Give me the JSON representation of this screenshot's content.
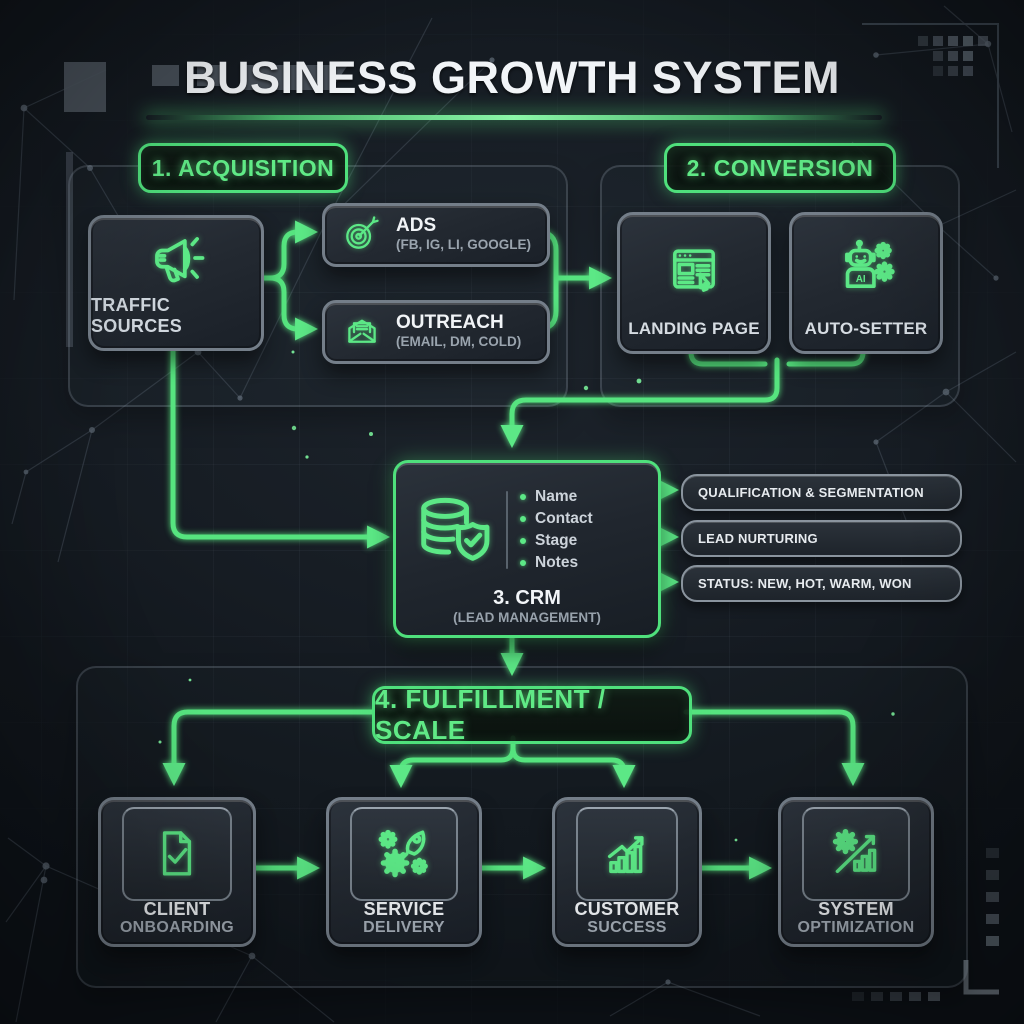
{
  "title": "BUSINESS GROWTH SYSTEM",
  "colors": {
    "accent_green": "#5ce886",
    "panel_border": "#747e89",
    "background": "#12171d",
    "text_primary": "#f1f4f7",
    "text_secondary": "#a6afb9"
  },
  "sections": {
    "acquisition": {
      "label": "1. ACQUISITION",
      "traffic_sources": {
        "label": "TRAFFIC SOURCES",
        "icon": "megaphone-icon"
      },
      "ads": {
        "title": "ADS",
        "subtitle": "(FB, IG, LI, GOOGLE)",
        "icon": "target-dart-icon"
      },
      "outreach": {
        "title": "OUTREACH",
        "subtitle": "(EMAIL, DM, COLD)",
        "icon": "open-envelope-icon"
      }
    },
    "conversion": {
      "label": "2. CONVERSION",
      "landing_page": {
        "label": "LANDING PAGE",
        "icon": "browser-cursor-icon"
      },
      "auto_setter": {
        "label": "AUTO-SETTER",
        "chest_label": "AI",
        "icon": "ai-robot-icon"
      }
    },
    "crm": {
      "title": "3. CRM",
      "subtitle": "(LEAD MANAGEMENT)",
      "icon": "database-shield-icon",
      "fields": [
        "Name",
        "Contact",
        "Stage",
        "Notes"
      ],
      "outputs": [
        "QUALIFICATION & SEGMENTATION",
        "LEAD NURTURING",
        "STATUS: NEW, HOT, WARM, WON"
      ]
    },
    "fulfillment": {
      "label": "4. FULFILLMENT / SCALE",
      "steps": [
        {
          "line1": "CLIENT",
          "line2": "ONBOARDING",
          "icon": "document-check-icon"
        },
        {
          "line1": "SERVICE",
          "line2": "DELIVERY",
          "icon": "rocket-gears-icon"
        },
        {
          "line1": "CUSTOMER",
          "line2": "SUCCESS",
          "icon": "growth-chart-icon"
        },
        {
          "line1": "SYSTEM",
          "line2": "OPTIMIZATION",
          "icon": "gear-growth-icon"
        }
      ]
    }
  }
}
